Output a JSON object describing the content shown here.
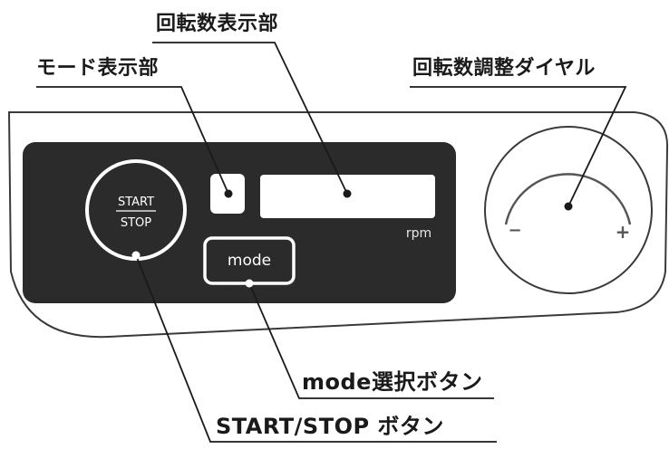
{
  "callouts": {
    "speed_display": "回転数表示部",
    "mode_display": "モード表示部",
    "speed_dial": "回転数調整ダイヤル",
    "mode_button": "mode選択ボタン",
    "start_stop_button": "START/STOP ボタン"
  },
  "panel": {
    "start_label": "START",
    "stop_label": "STOP",
    "mode_label": "mode",
    "rpm_unit": "rpm",
    "minus_symbol": "−",
    "plus_symbol": "+"
  },
  "colors": {
    "panel_dark": "#2b2b2b",
    "body_outline": "#3a3a3a",
    "leader_line": "#1a1a1a"
  }
}
